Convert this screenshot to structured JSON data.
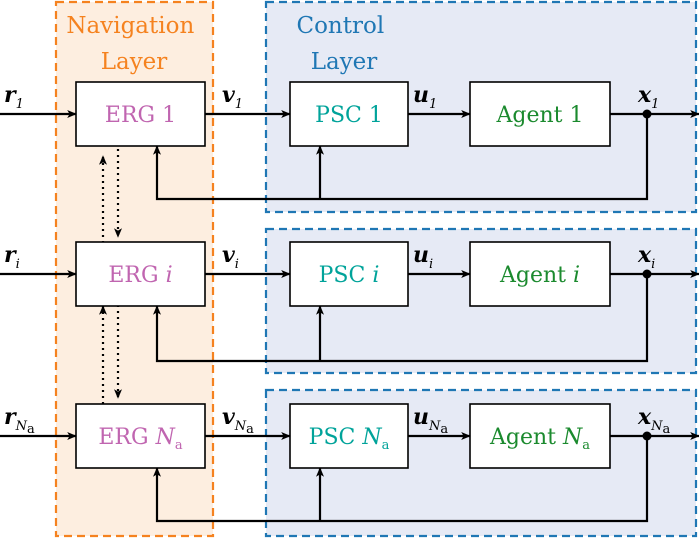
{
  "colors": {
    "navigation_layer": "#f5821f",
    "navigation_fill": "#fdeee0",
    "control_layer": "#1f77b4",
    "control_fill": "#e6eaf5",
    "erg_text": "#c065b0",
    "psc_text": "#00a39a",
    "agent_text": "#1b8a2e",
    "wire": "#000000"
  },
  "layers": {
    "navigation": {
      "title_line1": "Navigation",
      "title_line2": "Layer"
    },
    "control": {
      "title_line1": "Control",
      "title_line2": "Layer"
    }
  },
  "rows": [
    {
      "input": {
        "base": "r",
        "sub": "1"
      },
      "erg": {
        "prefix": "ERG ",
        "var": "1"
      },
      "v": {
        "base": "v",
        "sub": "1"
      },
      "psc": {
        "prefix": "PSC ",
        "var": "1"
      },
      "u": {
        "base": "u",
        "sub": "1"
      },
      "agent": {
        "prefix": "Agent ",
        "var": "1"
      },
      "x": {
        "base": "x",
        "sub": "1"
      }
    },
    {
      "input": {
        "base": "r",
        "sub": "i"
      },
      "erg": {
        "prefix": "ERG ",
        "var": "i"
      },
      "v": {
        "base": "v",
        "sub": "i"
      },
      "psc": {
        "prefix": "PSC ",
        "var": "i"
      },
      "u": {
        "base": "u",
        "sub": "i"
      },
      "agent": {
        "prefix": "Agent ",
        "var": "i"
      },
      "x": {
        "base": "x",
        "sub": "i"
      }
    },
    {
      "input": {
        "base": "r",
        "sub": "N",
        "sub2": "a"
      },
      "erg": {
        "prefix": "ERG ",
        "var": "N",
        "var_sub": "a"
      },
      "v": {
        "base": "v",
        "sub": "N",
        "sub2": "a"
      },
      "psc": {
        "prefix": "PSC ",
        "var": "N",
        "var_sub": "a"
      },
      "u": {
        "base": "u",
        "sub": "N",
        "sub2": "a"
      },
      "agent": {
        "prefix": "Agent ",
        "var": "N",
        "var_sub": "a"
      },
      "x": {
        "base": "x",
        "sub": "N",
        "sub2": "a"
      }
    }
  ]
}
